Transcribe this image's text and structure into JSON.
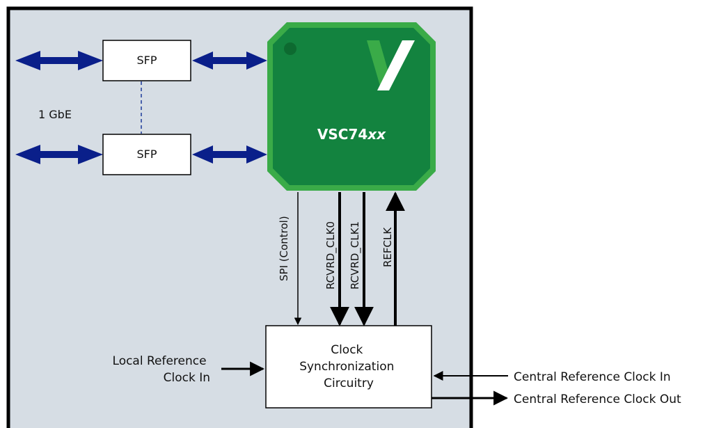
{
  "diagram": {
    "sfp_top_label": "SFP",
    "sfp_bottom_label": "SFP",
    "gbe_label": "1 GbE",
    "chip": {
      "label_prefix": "VSC74",
      "label_suffix": "xx",
      "colors": {
        "outer": "#3aab48",
        "inner": "#13833f",
        "logo": "#ffffff"
      }
    },
    "signals": [
      "SPI (Control)",
      "RCVRD_CLK0",
      "RCVRD_CLK1",
      "REFCLK"
    ],
    "clock_box": {
      "lines": [
        "Clock",
        "Synchronization",
        "Circuitry"
      ]
    },
    "local_ref": {
      "lines": [
        "Local Reference",
        "Clock In"
      ]
    },
    "central_in": "Central Reference Clock In",
    "central_out": "Central Reference Clock Out",
    "colors": {
      "board": "#d6dde4",
      "arrow_blue": "#0a1f8a"
    }
  }
}
